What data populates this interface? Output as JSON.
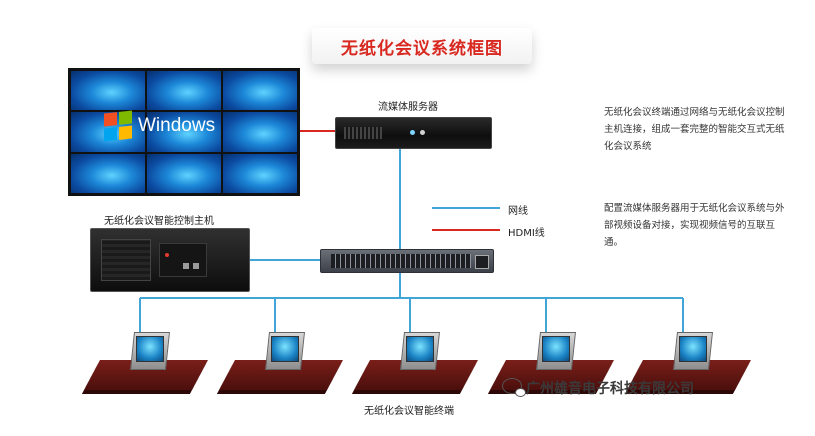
{
  "title": "无纸化会议系统框图",
  "labels": {
    "server": "流媒体服务器",
    "control_host": "无纸化会议智能控制主机",
    "terminals": "无纸化会议智能终端",
    "windows_logo_text": "Windows"
  },
  "legend": {
    "network_line": "网线",
    "hdmi_line": "HDMI线",
    "network_color": "#41a5d8",
    "hdmi_color": "#d8281f"
  },
  "notes": [
    "无纸化会议终端通过网络与无纸化会议控制主机连接，组成一套完整的智能交互式无纸化会议系统",
    "配置流媒体服务器用于无纸化会议系统与外部视频设备对接，实现视频信号的互联互通。"
  ],
  "company": "广州雄音电子科技有限公司",
  "icons": {
    "company_logo": "wechat-icon",
    "os_logo": "windows-flag-icon"
  }
}
